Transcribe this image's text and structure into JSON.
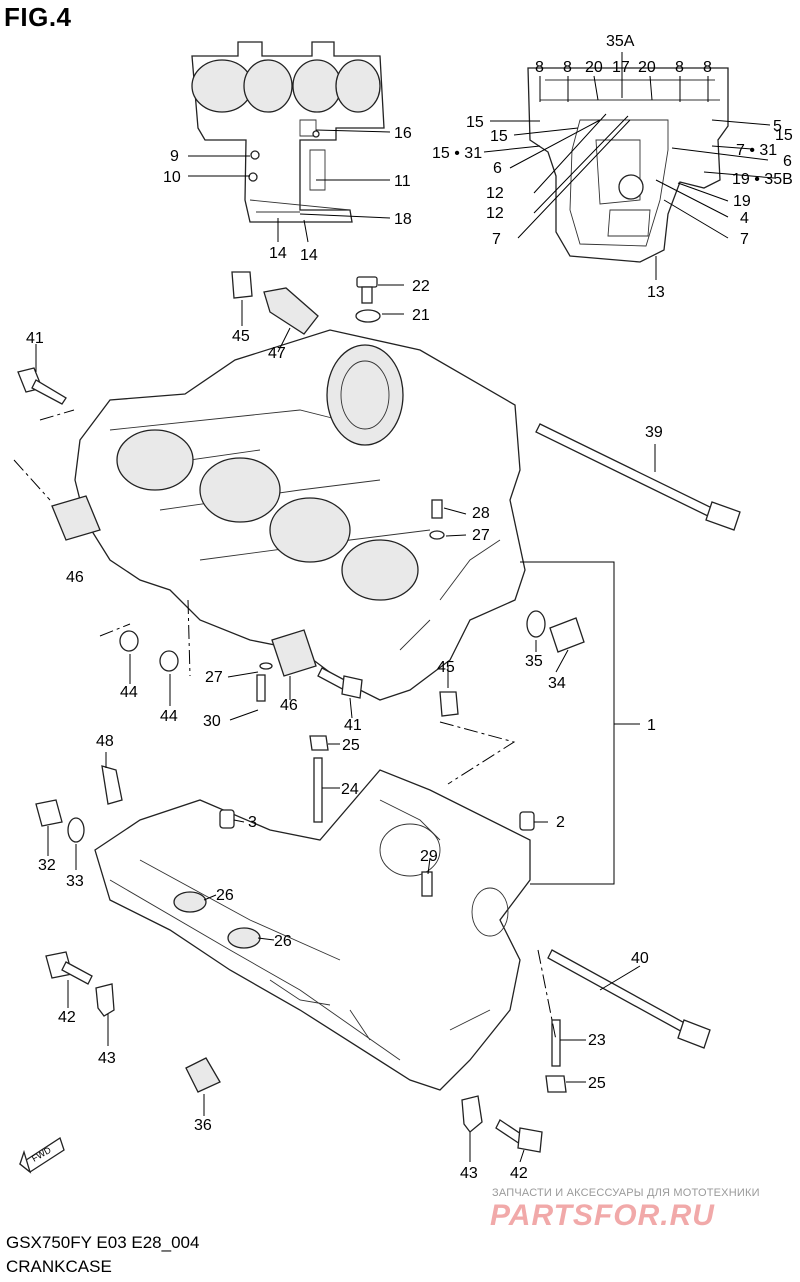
{
  "title": "FIG.4",
  "footer": {
    "model": "GSX750FY E03 E28_004",
    "name": "CRANKCASE"
  },
  "watermark": {
    "tagline": "ЗАПЧАСТИ И АКСЕССУАРЫ ДЛЯ МОТОТЕХНИКИ",
    "logo": "PARTSFOR.RU"
  },
  "fwd_label": "FWD",
  "callouts": [
    {
      "id": "c-35a",
      "label": "35A"
    },
    {
      "id": "c-8a",
      "label": "8"
    },
    {
      "id": "c-8b",
      "label": "8"
    },
    {
      "id": "c-8c",
      "label": "8"
    },
    {
      "id": "c-8d",
      "label": "8"
    },
    {
      "id": "c-20a",
      "label": "20"
    },
    {
      "id": "c-17",
      "label": "17"
    },
    {
      "id": "c-20b",
      "label": "20"
    },
    {
      "id": "c-15a",
      "label": "15"
    },
    {
      "id": "c-15b",
      "label": "15"
    },
    {
      "id": "c-15-31",
      "label": "15 • 31"
    },
    {
      "id": "c-5",
      "label": "5"
    },
    {
      "id": "c-15c",
      "label": "15"
    },
    {
      "id": "c-7-31",
      "label": "7 • 31"
    },
    {
      "id": "c-6a",
      "label": "6"
    },
    {
      "id": "c-6b",
      "label": "6"
    },
    {
      "id": "c-19-35b",
      "label": "19 • 35B"
    },
    {
      "id": "c-12a",
      "label": "12"
    },
    {
      "id": "c-12b",
      "label": "12"
    },
    {
      "id": "c-19",
      "label": "19"
    },
    {
      "id": "c-4",
      "label": "4"
    },
    {
      "id": "c-7a",
      "label": "7"
    },
    {
      "id": "c-7b",
      "label": "7"
    },
    {
      "id": "c-13",
      "label": "13"
    },
    {
      "id": "c-9",
      "label": "9"
    },
    {
      "id": "c-10",
      "label": "10"
    },
    {
      "id": "c-16",
      "label": "16"
    },
    {
      "id": "c-11",
      "label": "11"
    },
    {
      "id": "c-18",
      "label": "18"
    },
    {
      "id": "c-14a",
      "label": "14"
    },
    {
      "id": "c-14b",
      "label": "14"
    },
    {
      "id": "c-22",
      "label": "22"
    },
    {
      "id": "c-21",
      "label": "21"
    },
    {
      "id": "c-45a",
      "label": "45"
    },
    {
      "id": "c-47",
      "label": "47"
    },
    {
      "id": "c-41a",
      "label": "41"
    },
    {
      "id": "c-39",
      "label": "39"
    },
    {
      "id": "c-46a",
      "label": "46"
    },
    {
      "id": "c-28",
      "label": "28"
    },
    {
      "id": "c-27a",
      "label": "27"
    },
    {
      "id": "c-35",
      "label": "35"
    },
    {
      "id": "c-34",
      "label": "34"
    },
    {
      "id": "c-44a",
      "label": "44"
    },
    {
      "id": "c-44b",
      "label": "44"
    },
    {
      "id": "c-27b",
      "label": "27"
    },
    {
      "id": "c-30",
      "label": "30"
    },
    {
      "id": "c-46b",
      "label": "46"
    },
    {
      "id": "c-41b",
      "label": "41"
    },
    {
      "id": "c-45b",
      "label": "45"
    },
    {
      "id": "c-1",
      "label": "1"
    },
    {
      "id": "c-25a",
      "label": "25"
    },
    {
      "id": "c-48",
      "label": "48"
    },
    {
      "id": "c-24",
      "label": "24"
    },
    {
      "id": "c-3",
      "label": "3"
    },
    {
      "id": "c-2",
      "label": "2"
    },
    {
      "id": "c-32",
      "label": "32"
    },
    {
      "id": "c-33",
      "label": "33"
    },
    {
      "id": "c-29",
      "label": "29"
    },
    {
      "id": "c-26a",
      "label": "26"
    },
    {
      "id": "c-26b",
      "label": "26"
    },
    {
      "id": "c-40",
      "label": "40"
    },
    {
      "id": "c-42a",
      "label": "42"
    },
    {
      "id": "c-43a",
      "label": "43"
    },
    {
      "id": "c-23",
      "label": "23"
    },
    {
      "id": "c-25b",
      "label": "25"
    },
    {
      "id": "c-36",
      "label": "36"
    },
    {
      "id": "c-43b",
      "label": "43"
    },
    {
      "id": "c-42b",
      "label": "42"
    }
  ]
}
